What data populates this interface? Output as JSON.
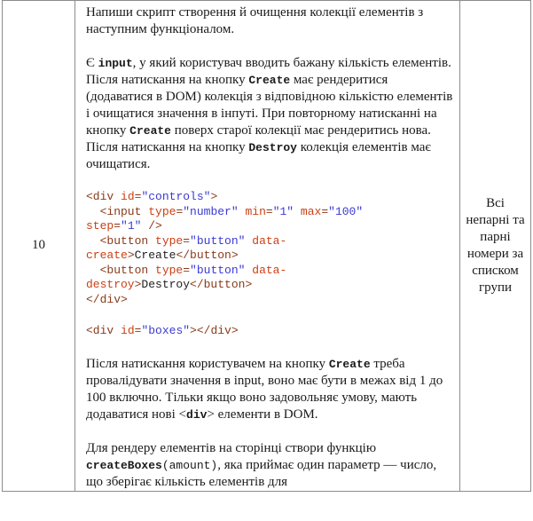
{
  "row": {
    "number": "10",
    "variant": "Всі непарні та парні номери за списком групи"
  },
  "task": {
    "p1": "Напиши скрипт створення й очищення колекції елементів з наступним функціоналом.",
    "p2": {
      "a": "Є ",
      "input_kw": "input",
      "b": ", у який користувач вводить бажану кількість елементів. Після натискання на кнопку ",
      "create_kw": "Create",
      "c": " має рендеритися (додаватися в DOM) колекція з відповідною кількістю елементів і очищатися значення в інпуті. При повторному натисканні на кнопку ",
      "create_kw2": "Create",
      "d": " поверх старої колекції має рендеритись нова. Після натискання на кнопку ",
      "destroy_kw": "Destroy",
      "e": " колекція елементів має очищатися."
    },
    "code": {
      "l1_open": "<div ",
      "l1_attr": "id",
      "l1_eq": "=",
      "l1_val": "\"controls\"",
      "l1_close": ">",
      "l2_open": "  <input ",
      "l2_attr1": "type",
      "l2_val1": "\"number\"",
      "l2_attr2": "min",
      "l2_val2": "\"1\"",
      "l2_attr3": "max",
      "l2_val3": "\"100\"",
      "l3_attr": "step",
      "l3_val": "\"1\"",
      "l3_close": " />",
      "l4_open": "  <button ",
      "l4_attr1": "type",
      "l4_val1": "\"button\"",
      "l4_attr2": "data-",
      "l5_attr": "create",
      "l5_gt": ">",
      "l5_text": "Create",
      "l5_close": "</button>",
      "l6_open": "  <button ",
      "l6_attr1": "type",
      "l6_val1": "\"button\"",
      "l6_attr2": "data-",
      "l7_attr": "destroy",
      "l7_gt": ">",
      "l7_text": "Destroy",
      "l7_close": "</button>",
      "l8": "</div>",
      "boxes_open": "<div ",
      "boxes_attr": "id",
      "boxes_val": "\"boxes\"",
      "boxes_close": "></div>"
    },
    "p3": {
      "a": "Після натискання користувачем на кнопку ",
      "create_kw": "Create",
      "b": " треба провалідувати значення в input, воно має бути в межах від 1 до 100 включно. Тільки якщо воно задовольняє умову, мають додаватися нові <",
      "div_kw": "div",
      "c": "> елементи в DOM."
    },
    "p4": {
      "a": "Для рендеру елементів на сторінці створи функцію ",
      "fn_kw": "createBoxes",
      "fn_args": "(amount)",
      "b": ", яка приймає один параметр — число, що зберігає кількість елементів для"
    }
  }
}
